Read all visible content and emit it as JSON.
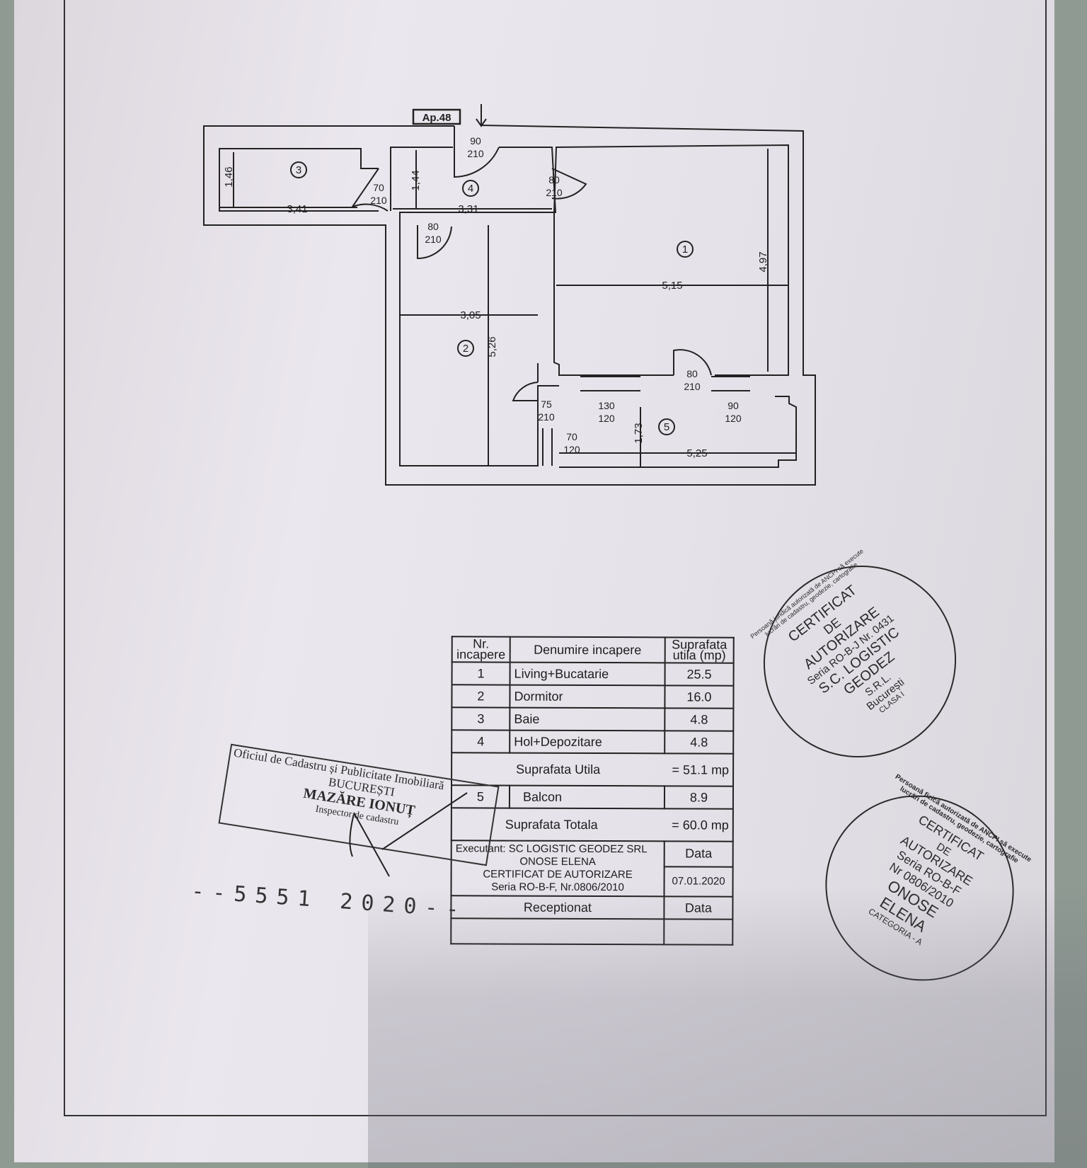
{
  "plan": {
    "apartment_label": "Ap.48",
    "rooms": [
      "1",
      "2",
      "3",
      "4",
      "5"
    ],
    "dimensions": {
      "r3_height": "1,46",
      "r3_width": "3,41",
      "r4_height": "1,44",
      "r4_width": "3,31",
      "r1_width": "5,15",
      "r1_height": "4,97",
      "r2_width": "3,05",
      "r2_height": "5,26",
      "r5_height": "1,73",
      "r5_width": "5,25"
    },
    "openings": [
      {
        "w": "90",
        "h": "210"
      },
      {
        "w": "70",
        "h": "210"
      },
      {
        "w": "80",
        "h": "210"
      },
      {
        "w": "80",
        "h": "210"
      },
      {
        "w": "80",
        "h": "210"
      },
      {
        "w": "75",
        "h": "210"
      },
      {
        "w": "130",
        "h": "120"
      },
      {
        "w": "90",
        "h": "120"
      },
      {
        "w": "70",
        "h": "120"
      }
    ]
  },
  "table": {
    "headers": {
      "nr": "Nr. incapere",
      "name": "Denumire incapere",
      "area": "Suprafata utila (mp)"
    },
    "rows": [
      {
        "nr": "1",
        "name": "Living+Bucatarie",
        "area": "25.5"
      },
      {
        "nr": "2",
        "name": "Dormitor",
        "area": "16.0"
      },
      {
        "nr": "3",
        "name": "Baie",
        "area": "4.8"
      },
      {
        "nr": "4",
        "name": "Hol+Depozitare",
        "area": "4.8"
      }
    ],
    "useful_label": "Suprafata Utila",
    "useful_value": "= 51.1 mp",
    "balcony": {
      "nr": "5",
      "name": "Balcon",
      "area": "8.9"
    },
    "total_label": "Suprafata Totala",
    "total_value": "= 60.0 mp",
    "executant": "Executant: SC LOGISTIC GEODEZ SRL",
    "executant_person": "ONOSE ELENA",
    "certificate": "CERTIFICAT DE AUTORIZARE",
    "series": "Seria RO-B-F, Nr.0806/2010",
    "date_label": "Data",
    "date_value": "07.01.2020",
    "received_label": "Receptionat",
    "received_date_label": "Data"
  },
  "stamps": {
    "company": {
      "ring_top": "Persoană juridică autorizată de ANCPI să execute lucrări de cadastru, geodezie, cartografie",
      "lines": [
        "CERTIFICAT",
        "DE",
        "AUTORIZARE",
        "Seria RO-B-J Nr. 0431",
        "S.C. LOGISTIC",
        "GEODEZ",
        "S.R.L.",
        "București",
        "CLASA I"
      ]
    },
    "person": {
      "ring_top": "Persoană fizică autorizată de ANCPI să execute lucrări de cadastru, geodezie, cartografie",
      "lines": [
        "CERTIFICAT",
        "DE",
        "AUTORIZARE",
        "Seria RO-B-F",
        "Nr 0806/2010",
        "ONOSE",
        "ELENA",
        "CATEGORIA - A"
      ]
    },
    "office": {
      "lines": [
        "Oficiul de Cadastru și Publicitate Imobiliară",
        "BUCUREȘTI",
        "MAZĂRE IONUȚ",
        "Inspector de cadastru"
      ]
    }
  },
  "registration_number": "--5551 2020--"
}
